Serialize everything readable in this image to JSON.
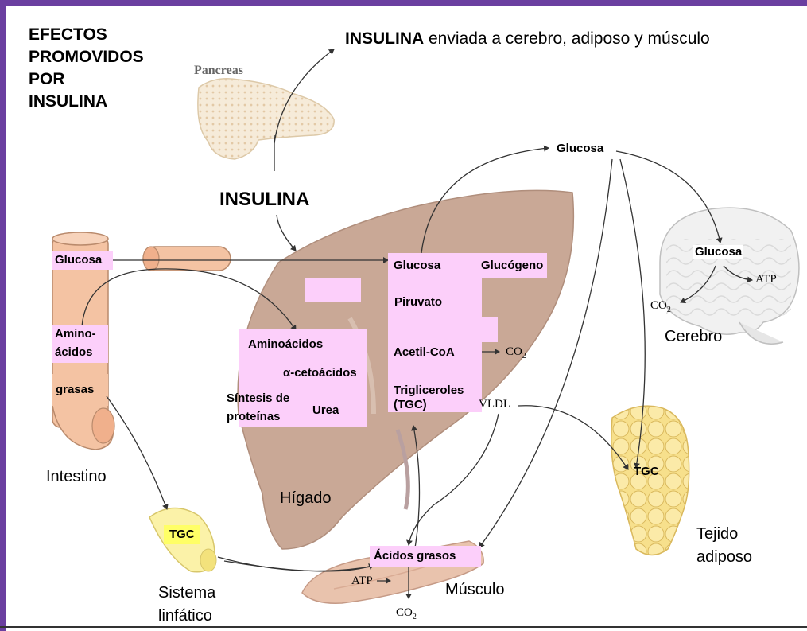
{
  "title": {
    "line1": "EFECTOS",
    "line2": "PROMOVIDOS",
    "line3": "POR",
    "line4": "INSULINA"
  },
  "header": {
    "bold": "INSULINA",
    "rest": " enviada a cerebro, adiposo y músculo"
  },
  "pancreas_label": "Pancreas",
  "insulina_label": "INSULINA",
  "intestine": {
    "glucosa": "Glucosa",
    "amino1": "Amino-",
    "amino2": "ácidos",
    "grasas": "grasas",
    "label": "Intestino"
  },
  "liver": {
    "aminoacidos": "Aminoácidos",
    "cetoacidos": "α-cetoácidos",
    "sintesis1": "Síntesis de",
    "sintesis2": "proteínas",
    "urea": "Urea",
    "glucosa": "Glucosa",
    "glucogeno": "Glucógeno",
    "piruvato": "Piruvato",
    "acetilcoa": "Acetil-CoA",
    "co2": "CO",
    "co2_sub": "2",
    "trigliceroles": "Trigliceroles",
    "tgc": "(TGC)",
    "vldl": "VLDL",
    "label": "Hígado"
  },
  "blood": {
    "glucosa": "Glucosa"
  },
  "brain": {
    "glucosa": "Glucosa",
    "atp": "ATP",
    "co2": "CO",
    "co2_sub": "2",
    "label": "Cerebro"
  },
  "adipose": {
    "tgc": "TGC",
    "label1": "Tejido",
    "label2": "adiposo"
  },
  "lymph": {
    "tgc": "TGC",
    "label1": "Sistema",
    "label2": "linfático"
  },
  "muscle": {
    "acidos": "Ácidos grasos",
    "atp": "ATP",
    "co2": "CO",
    "co2_sub": "2",
    "label": "Músculo"
  },
  "colors": {
    "frame": "#6b3fa0",
    "highlight": "#fccffa",
    "liver": "#c9a896",
    "tgc_highlight": "#ffff66"
  }
}
